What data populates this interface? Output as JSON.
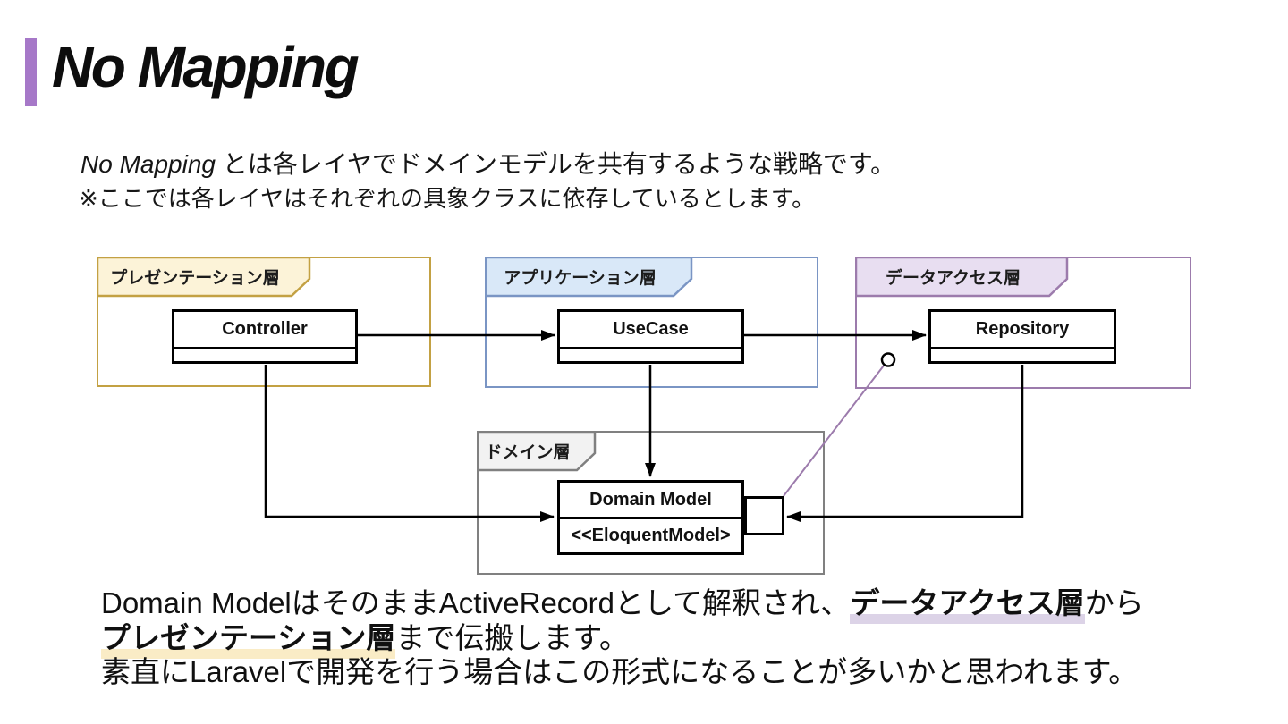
{
  "title": {
    "text": "No Mapping"
  },
  "intro": {
    "line1_italic": "No Mapping",
    "line1_rest": " とは各レイヤでドメインモデルを共有するような戦略です。",
    "line2": "※ここでは各レイヤはそれぞれの具象クラスに依存しているとします。"
  },
  "diagram": {
    "packages": [
      {
        "id": "presentation",
        "label": "プレゼンテーション層",
        "border_color": "#C3A143",
        "tab_fill": "#FCF3D8"
      },
      {
        "id": "application",
        "label": "アプリケーション層",
        "border_color": "#7A95C4",
        "tab_fill": "#D9E8F8"
      },
      {
        "id": "data_access",
        "label": "データアクセス層",
        "border_color": "#9C7BAC",
        "tab_fill": "#E8DEF1"
      },
      {
        "id": "domain",
        "label": "ドメイン層",
        "border_color": "#808080",
        "tab_fill": "#F2F2F2"
      }
    ],
    "classes": [
      {
        "name": "Controller"
      },
      {
        "name": "UseCase"
      },
      {
        "name": "Repository"
      },
      {
        "name": "Domain Model",
        "stereotype": "<<EloquentModel>"
      }
    ],
    "edges": [
      {
        "from": "Controller",
        "to": "UseCase",
        "type": "arrow"
      },
      {
        "from": "UseCase",
        "to": "Repository",
        "type": "arrow"
      },
      {
        "from": "UseCase",
        "to": "Domain Model",
        "type": "arrow"
      },
      {
        "from": "Controller",
        "to": "Domain Model",
        "type": "arrow"
      },
      {
        "from": "Repository",
        "to": "Domain Model",
        "type": "arrow"
      },
      {
        "from": "Domain Model",
        "to": "Repository",
        "type": "lollipop-interface",
        "color": "#9C7BAC"
      }
    ]
  },
  "bottom": {
    "line1_pre": "Domain ModelはそのままActiveRecordとして解釈され、",
    "line1_highlight": "データアクセス層",
    "line1_post": "から",
    "line2_highlight": "プレゼンテーション層",
    "line2_post": "まで伝搬します。",
    "line3": "素直にLaravelで開発を行う場合はこの形式になることが多いかと思われます。"
  },
  "colors": {
    "accent_purple": "#A678C8",
    "highlight_yellow": "#FAECC6",
    "highlight_purple": "#DCD3E7",
    "interface_line_purple": "#9C7BAC",
    "class_box_border": "#000000"
  }
}
